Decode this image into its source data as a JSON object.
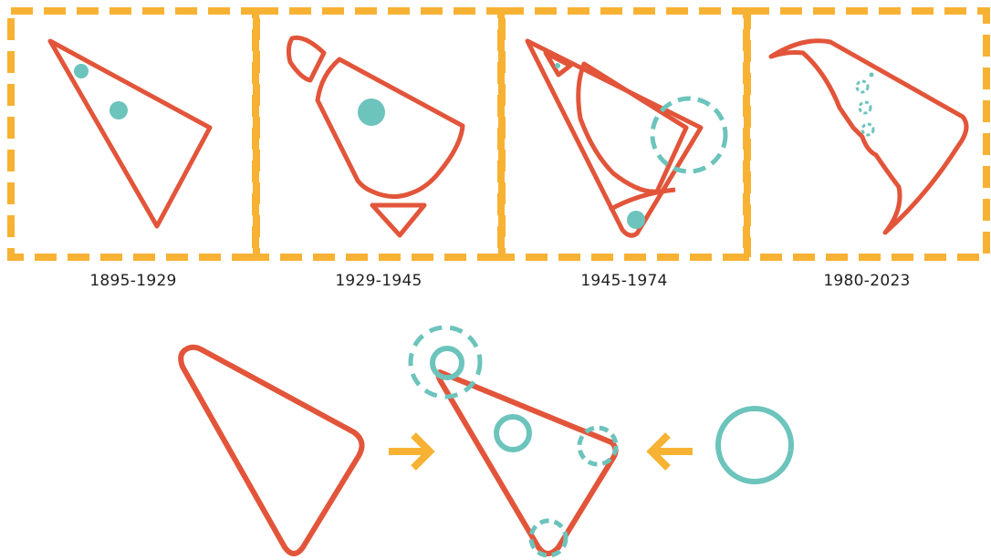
{
  "colors": {
    "frame": "#F7B233",
    "outline": "#E2553A",
    "accent": "#6CC4BC",
    "arrow": "#F7B233",
    "text": "#1f1f1f"
  },
  "eras": [
    {
      "label": "1895-1929"
    },
    {
      "label": "1929-1945"
    },
    {
      "label": "1945-1974"
    },
    {
      "label": "1980-2023"
    }
  ]
}
